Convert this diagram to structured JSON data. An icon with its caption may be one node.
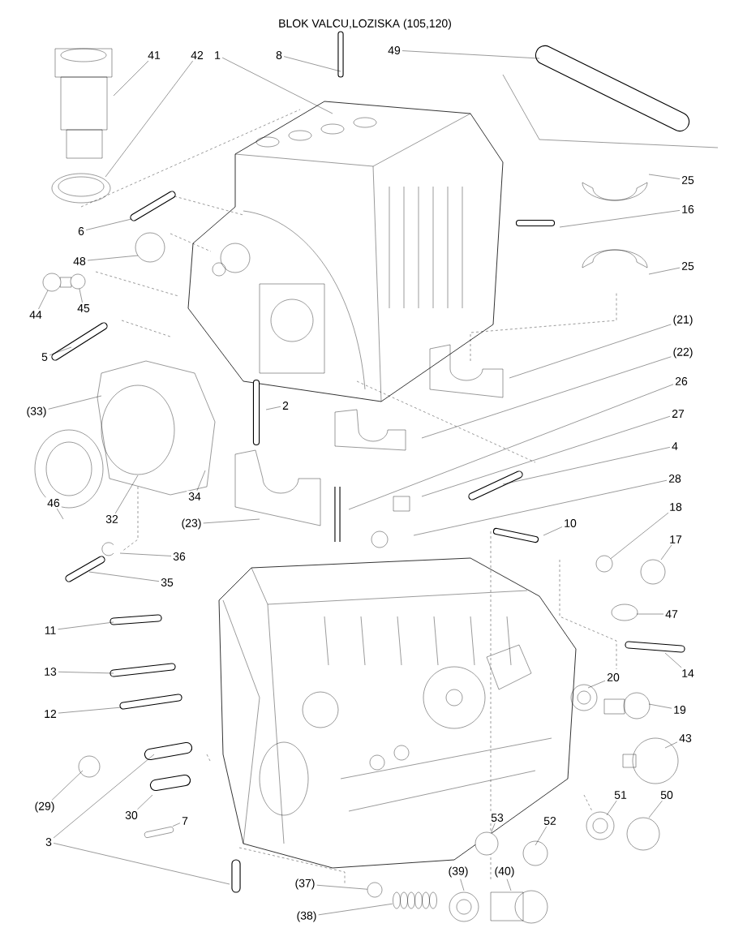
{
  "diagram": {
    "title": "BLOK VALCU,LOZISKA (105,120)",
    "nodes": [
      {
        "text": [
          "41"
        ]
      },
      {
        "text": [
          "42"
        ]
      },
      {
        "text": [
          "1"
        ]
      },
      {
        "text": [
          "8"
        ]
      },
      {
        "text": [
          "49"
        ]
      },
      {
        "text": [
          "25"
        ]
      },
      {
        "text": [
          "16"
        ]
      },
      {
        "text": [
          "6"
        ]
      },
      {
        "text": [
          "48"
        ]
      },
      {
        "text": [
          "25"
        ]
      },
      {
        "text": [
          "45"
        ]
      },
      {
        "text": [
          "44"
        ]
      },
      {
        "text": [
          "5"
        ]
      },
      {
        "text": [
          "(21)"
        ]
      },
      {
        "text": [
          "(22)"
        ]
      },
      {
        "text": [
          "26"
        ]
      },
      {
        "text": [
          "2"
        ]
      },
      {
        "text": [
          "(33)"
        ]
      },
      {
        "text": [
          "27"
        ]
      },
      {
        "text": [
          "4"
        ]
      },
      {
        "text": [
          "32"
        ]
      },
      {
        "text": [
          "34"
        ]
      },
      {
        "text": [
          "28"
        ]
      },
      {
        "text": [
          "46"
        ]
      },
      {
        "text": [
          "(23)"
        ]
      },
      {
        "text": [
          "10"
        ]
      },
      {
        "text": [
          "18"
        ]
      },
      {
        "text": [
          "17"
        ]
      },
      {
        "text": [
          "36"
        ]
      },
      {
        "text": [
          "35"
        ]
      },
      {
        "text": [
          "47"
        ]
      },
      {
        "text": [
          "11"
        ]
      },
      {
        "text": [
          "13"
        ]
      },
      {
        "text": [
          "14"
        ]
      },
      {
        "text": [
          "20"
        ]
      },
      {
        "text": [
          "12"
        ]
      },
      {
        "text": [
          "19"
        ]
      },
      {
        "text": [
          "43"
        ]
      },
      {
        "text": [
          "51"
        ]
      },
      {
        "text": [
          "50"
        ]
      },
      {
        "text": [
          "(29)"
        ]
      },
      {
        "text": [
          "30"
        ]
      },
      {
        "text": [
          "53"
        ]
      },
      {
        "text": [
          "52"
        ]
      },
      {
        "text": [
          "7"
        ]
      },
      {
        "text": [
          "3"
        ]
      },
      {
        "text": [
          "(39)"
        ]
      },
      {
        "text": [
          "(40)"
        ]
      },
      {
        "text": [
          "(37)"
        ]
      },
      {
        "text": [
          "(38)"
        ]
      },
      {
        "text": [],
        "shape": "circle"
      },
      {
        "text": [],
        "shape": "circle"
      },
      {
        "text": [],
        "shape": "circle"
      },
      {
        "text": [],
        "shape": "circle"
      },
      {
        "text": [],
        "shape": "bar"
      },
      {
        "text": [],
        "shape": "circle"
      },
      {
        "text": [],
        "shape": "picture"
      }
    ],
    "edges": [
      {
        "from": 0,
        "to": null,
        "arrow": "none"
      },
      {
        "from": 1,
        "to": null,
        "arrow": "none"
      },
      {
        "from": 2,
        "to": null,
        "arrow": "none"
      },
      {
        "from": 3,
        "to": null,
        "arrow": "none"
      },
      {
        "from": 4,
        "to": null,
        "arrow": "none"
      },
      {
        "from": 5,
        "to": null,
        "arrow": "none"
      },
      {
        "from": 6,
        "to": null,
        "arrow": "none"
      },
      {
        "from": 7,
        "to": null,
        "arrow": "none"
      },
      {
        "from": 8,
        "to": null,
        "arrow": "none"
      },
      {
        "from": 9,
        "to": null,
        "arrow": "none"
      },
      {
        "from": 10,
        "to": 50,
        "arrow": "none"
      },
      {
        "from": 11,
        "to": 51,
        "arrow": "none"
      },
      {
        "from": 12,
        "to": null,
        "arrow": "none"
      },
      {
        "from": 13,
        "to": null,
        "arrow": "none"
      },
      {
        "from": 14,
        "to": null,
        "arrow": "none"
      },
      {
        "from": 15,
        "to": null,
        "arrow": "none"
      },
      {
        "from": 16,
        "to": null,
        "arrow": "none"
      },
      {
        "from": 17,
        "to": null,
        "arrow": "none"
      },
      {
        "from": 18,
        "to": null,
        "arrow": "none"
      },
      {
        "from": 19,
        "to": null,
        "arrow": "none"
      },
      {
        "from": 20,
        "to": null,
        "arrow": "none"
      },
      {
        "from": 21,
        "to": null,
        "arrow": "none"
      },
      {
        "from": 22,
        "to": null,
        "arrow": "none"
      },
      {
        "from": 23,
        "to": null,
        "arrow": "none"
      },
      {
        "from": 24,
        "to": null,
        "arrow": "none"
      },
      {
        "from": 25,
        "to": null,
        "arrow": "none"
      },
      {
        "from": 26,
        "to": 52,
        "arrow": "none"
      },
      {
        "from": 27,
        "to": null,
        "arrow": "none"
      },
      {
        "from": 28,
        "to": null,
        "arrow": "none"
      },
      {
        "from": 29,
        "to": null,
        "arrow": "none"
      },
      {
        "from": 30,
        "to": null,
        "arrow": "none"
      },
      {
        "from": 31,
        "to": null,
        "arrow": "none"
      },
      {
        "from": 32,
        "to": null,
        "arrow": "none"
      },
      {
        "from": 33,
        "to": null,
        "arrow": "none"
      },
      {
        "from": 34,
        "to": null,
        "arrow": "none"
      },
      {
        "from": 35,
        "to": null,
        "arrow": "none"
      },
      {
        "from": 36,
        "to": null,
        "arrow": "none"
      },
      {
        "from": 37,
        "to": null,
        "arrow": "none"
      },
      {
        "from": 38,
        "to": null,
        "arrow": "none"
      },
      {
        "from": 39,
        "to": null,
        "arrow": "none"
      },
      {
        "from": 40,
        "to": null,
        "arrow": "none"
      },
      {
        "from": 41,
        "to": null,
        "arrow": "none"
      },
      {
        "from": 42,
        "to": 53,
        "arrow": "none"
      },
      {
        "from": 43,
        "to": null,
        "arrow": "none"
      },
      {
        "from": 44,
        "to": 54,
        "arrow": "none"
      },
      {
        "from": 45,
        "to": null,
        "arrow": "none"
      },
      {
        "from": 45,
        "to": null,
        "arrow": "none"
      },
      {
        "from": 46,
        "to": null,
        "arrow": "none"
      },
      {
        "from": 47,
        "to": null,
        "arrow": "none"
      },
      {
        "from": 48,
        "to": 55,
        "arrow": "none"
      },
      {
        "from": 49,
        "to": 56,
        "arrow": "none"
      }
    ]
  }
}
